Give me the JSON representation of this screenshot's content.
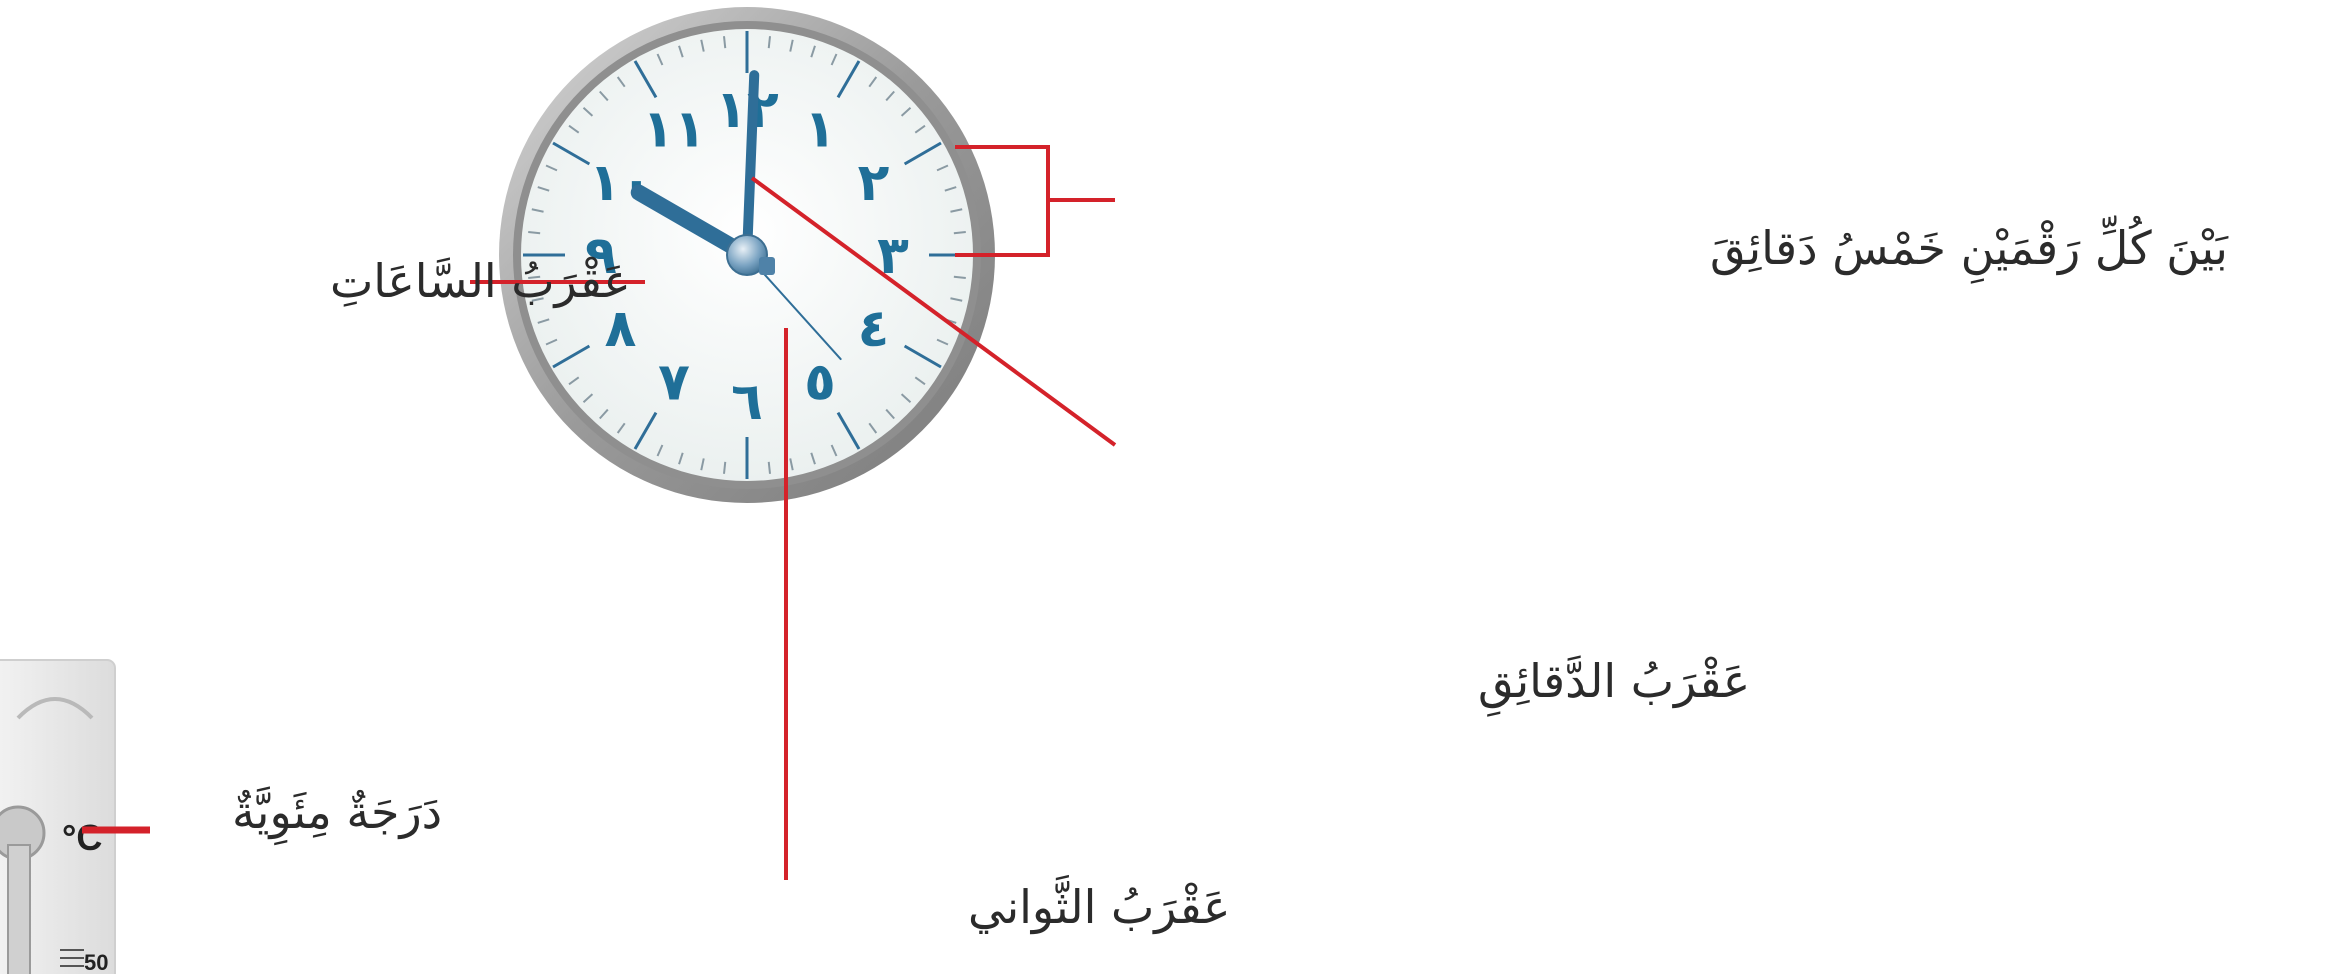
{
  "labels": {
    "hour_hand": "عَقْرَبُ السَّاعَاتِ",
    "five_minutes": "بَيْنَ كُلِّ رَقْمَيْنِ خَمْسُ دَقائِقَ",
    "minute_hand": "عَقْرَبُ الدَّقائِقِ",
    "second_hand": "عَقْرَبُ الثَّواني",
    "celsius": "دَرَجَةٌ مِئَوِيَّةٌ"
  },
  "clock": {
    "numerals": [
      "١٢",
      "١",
      "٢",
      "٣",
      "٤",
      "٥",
      "٦",
      "٧",
      "٨",
      "٩",
      "١٠",
      "١١"
    ],
    "time": {
      "hour": 10,
      "minute": 0,
      "second": 23
    }
  },
  "thermometer": {
    "unit": "°C",
    "tick_label": "50"
  },
  "colors": {
    "leader_line": "#d4222a",
    "numeral": "#1f6f98",
    "hands": "#2f6e98",
    "rim": "#9a9a9a"
  }
}
